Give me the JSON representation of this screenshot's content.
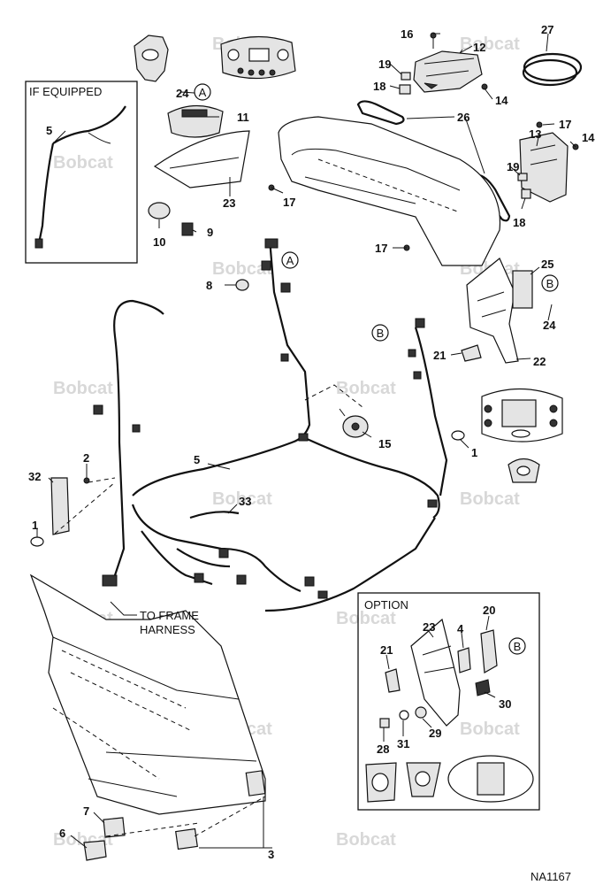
{
  "drawing_id": "NA1167",
  "boxes": {
    "if_equipped": "IF EQUIPPED",
    "option": "OPTION"
  },
  "notes": {
    "to_frame_line1": "TO FRAME",
    "to_frame_line2": "HARNESS"
  },
  "watermark": "Bobcat",
  "callouts": {
    "n1a": "1",
    "n1b": "1",
    "n2": "2",
    "n3": "3",
    "n4": "4",
    "n5a": "5",
    "n5b": "5",
    "n6": "6",
    "n7": "7",
    "n8": "8",
    "n9": "9",
    "n10": "10",
    "n11": "11",
    "n12": "12",
    "n13": "13",
    "n14a": "14",
    "n14b": "14",
    "n15": "15",
    "n16": "16",
    "n17a": "17",
    "n17b": "17",
    "n17c": "17",
    "n18a": "18",
    "n18b": "18",
    "n19a": "19",
    "n19b": "19",
    "n20": "20",
    "n21a": "21",
    "n21b": "21",
    "n22": "22",
    "n23a": "23",
    "n23b": "23",
    "n24a": "24",
    "n24b": "24",
    "n25": "25",
    "n26": "26",
    "n27": "27",
    "n28": "28",
    "n29": "29",
    "n30": "30",
    "n31": "31",
    "n32": "32",
    "n33": "33"
  },
  "ref_markers": {
    "a1": "A",
    "a2": "A",
    "b1": "B",
    "b2": "B",
    "b3": "B"
  }
}
